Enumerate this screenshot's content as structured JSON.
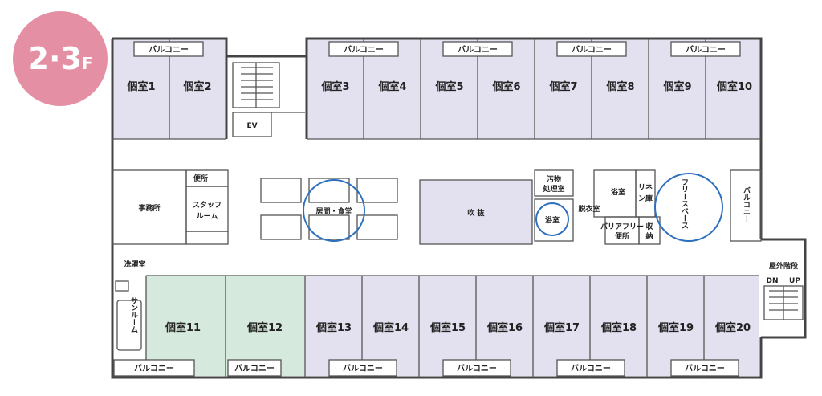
{
  "floor_badge": {
    "main": "2·3",
    "suffix": "F",
    "color": "#e48fa3"
  },
  "colors": {
    "room_fill": "#e3e0ef",
    "highlight_fill": "#d5e9dc",
    "circle_stroke": "#2d6fbf",
    "wall": "#444444"
  },
  "rooms_top": [
    "個室1",
    "個室2",
    "個室3",
    "個室4",
    "個室5",
    "個室6",
    "個室7",
    "個室8",
    "個室9",
    "個室10"
  ],
  "rooms_bottom": [
    "個室11",
    "個室12",
    "個室13",
    "個室14",
    "個室15",
    "個室16",
    "個室17",
    "個室18",
    "個室19",
    "個室20"
  ],
  "balcony": "バルコニー",
  "center": {
    "elevator": "EV",
    "office": "事務所",
    "toilet": "便所",
    "staff_room_l1": "スタッフ",
    "staff_room_l2": "ルーム",
    "laundry": "洗濯室",
    "sunroom": "サンルーム",
    "living_dining": "居間・食堂",
    "atrium": "吹 抜",
    "soiled_l1": "汚物",
    "soiled_l2": "処理室",
    "bath_small": "浴室",
    "changing": "脱衣室",
    "bath": "浴室",
    "linen_l1": "リネ",
    "linen_l2": "ン庫",
    "barrier_free_l1": "バリアフリー",
    "barrier_free_l2": "便所",
    "storage_l1": "収",
    "storage_l2": "納",
    "free_space": "フリースペース",
    "balcony_vertical": "バルコニー",
    "outdoor_stairs": "屋外階段",
    "dn": "DN",
    "up": "UP"
  }
}
